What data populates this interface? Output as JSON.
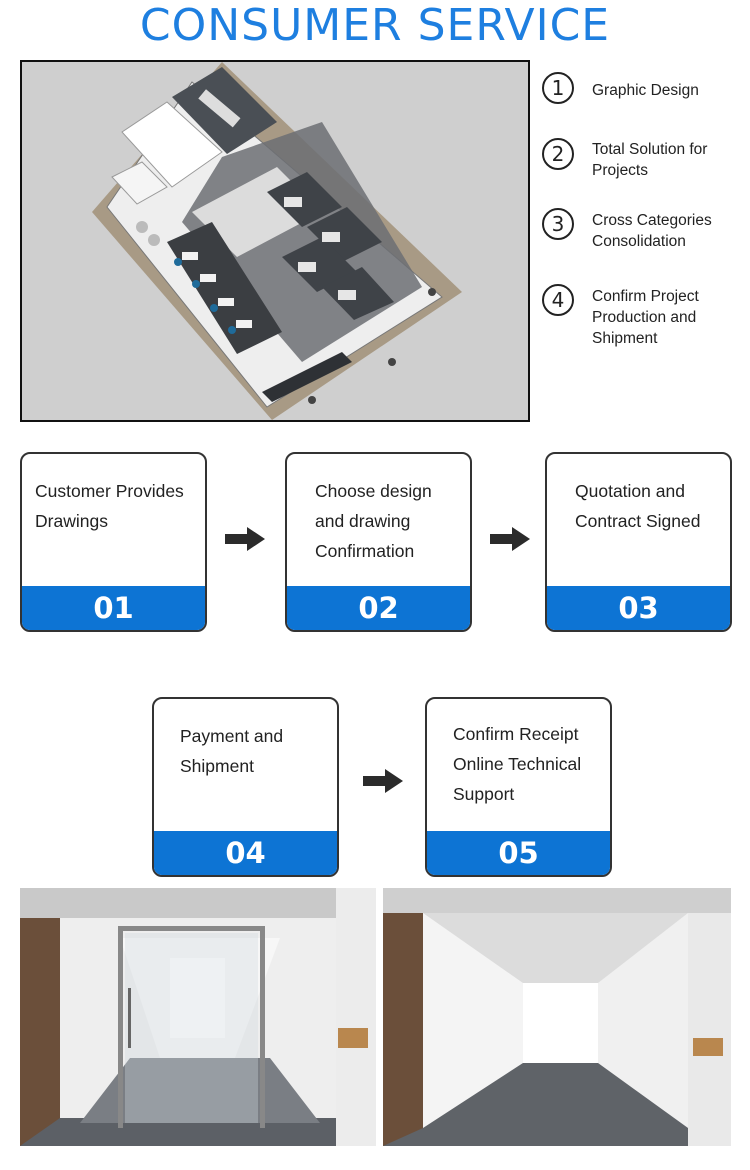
{
  "title": "CONSUMER SERVICE",
  "services": [
    {
      "number": "1",
      "text": "Graphic Design"
    },
    {
      "number": "2",
      "text": "Total Solution for Projects"
    },
    {
      "number": "3",
      "text": "Cross Categories Consolidation"
    },
    {
      "number": "4",
      "text": "Confirm Project Production and Shipment"
    }
  ],
  "steps": [
    {
      "number": "01",
      "lines": [
        "Customer Provides",
        "Drawings"
      ]
    },
    {
      "number": "02",
      "lines": [
        "Choose design",
        "and drawing",
        "Confirmation"
      ]
    },
    {
      "number": "03",
      "lines": [
        "Quotation and",
        "Contract Signed"
      ]
    },
    {
      "number": "04",
      "lines": [
        "Payment and",
        "Shipment"
      ]
    },
    {
      "number": "05",
      "lines": [
        "Confirm Receipt",
        "Online Technical",
        "Support"
      ]
    }
  ],
  "colors": {
    "accent": "#1e7fe0",
    "step_bar": "#0d74d4",
    "card_border": "#333333",
    "arrow": "#2b2b2b"
  },
  "icons": {
    "step_arrow": "right-arrow-icon"
  }
}
